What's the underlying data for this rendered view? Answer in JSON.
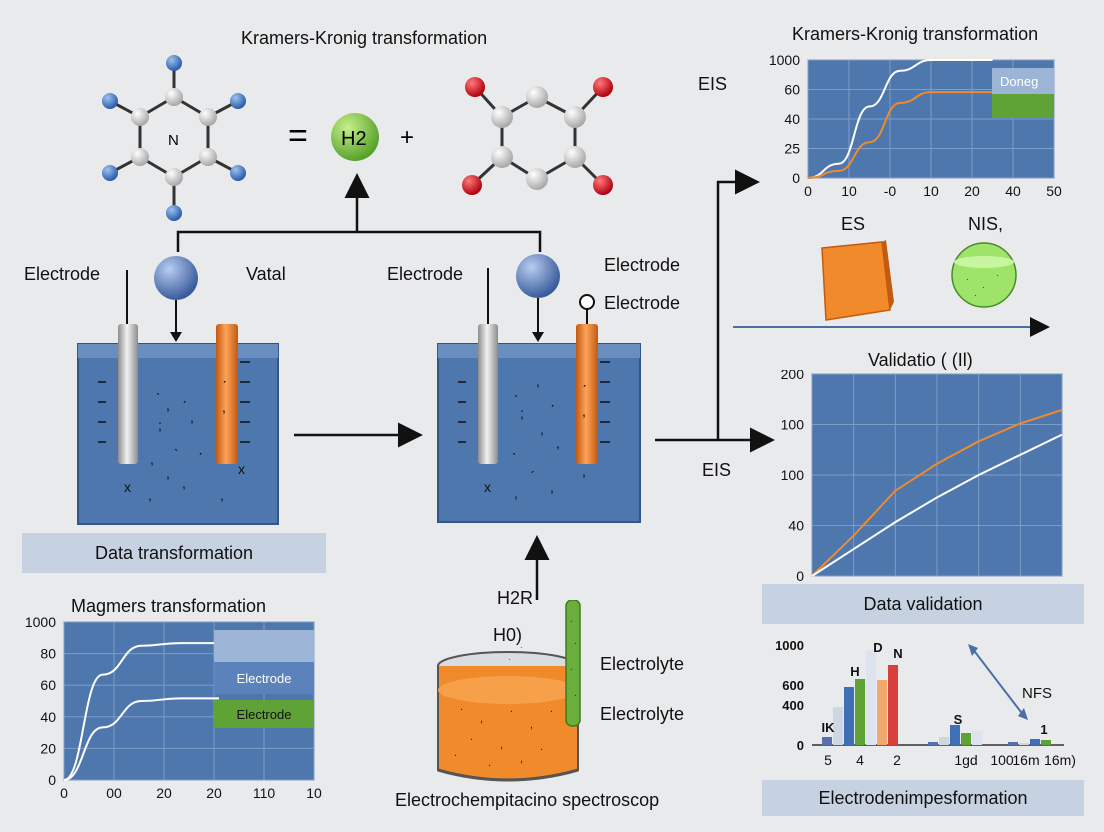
{
  "reaction": {
    "title": "Kramers-Kronig transformation",
    "n_label": "N",
    "equals": "=",
    "h2_label": "H2",
    "plus": "+"
  },
  "cell1": {
    "electrode_label": "Electrode",
    "metal_label": "Vatal"
  },
  "cell2": {
    "electrode_label": "Electrode",
    "right_label_top": "Electrode",
    "right_label_bottom": "Electrode"
  },
  "eis_top": "EIS",
  "eis_mid": "EIS",
  "data_transformation_band": "Data transformation",
  "data_validation_band": "Data validation",
  "bottom_band": "Electrodenimpesformation",
  "bottom_caption": "Electrochempitacino spectroscop",
  "gas_labels": {
    "top": "H2R",
    "bottom": "H0)"
  },
  "electrolyte_labels": [
    "Electrolyte",
    "Electrolyte"
  ],
  "es_label": "ES",
  "nis_label": "NIS,",
  "nfs_label": "NFS",
  "colors": {
    "panel_blue": "#4e77ad",
    "orange": "#f08a2a",
    "green": "#5fa236",
    "band": "#c6d2e2"
  },
  "chart_data": [
    {
      "type": "line",
      "title": "Kramers-Kronig transformation",
      "x_tick_labels": [
        "0",
        "10",
        "-0",
        "10",
        "20",
        "40",
        "50"
      ],
      "y_tick_labels": [
        "1000",
        "60",
        "40",
        "25",
        "0"
      ],
      "legend": [
        "Doneg"
      ],
      "series": [
        {
          "color": "#ffffff",
          "points": [
            [
              0,
              0
            ],
            [
              1,
              4
            ],
            [
              2,
              20
            ],
            [
              3,
              30
            ],
            [
              4,
              33
            ],
            [
              5,
              33
            ],
            [
              6,
              33
            ]
          ]
        },
        {
          "color": "#f08a2a",
          "points": [
            [
              0,
              0
            ],
            [
              1,
              2
            ],
            [
              2,
              10
            ],
            [
              3,
              21
            ],
            [
              4,
              24
            ],
            [
              5,
              24
            ],
            [
              6,
              24
            ]
          ]
        }
      ]
    },
    {
      "type": "line",
      "title": "Validatio ( (Il)",
      "x_tick_labels": [
        "0",
        "10",
        "20",
        "30",
        "40",
        "50",
        "100"
      ],
      "y_tick_labels": [
        "200",
        "100",
        "100",
        "40",
        "0"
      ],
      "series": [
        {
          "color": "#f08a2a",
          "points": [
            [
              0,
              0
            ],
            [
              10,
              18
            ],
            [
              20,
              38
            ],
            [
              30,
              50
            ],
            [
              40,
              60
            ],
            [
              50,
              68
            ],
            [
              60,
              74
            ]
          ]
        },
        {
          "color": "#ffffff",
          "points": [
            [
              0,
              0
            ],
            [
              10,
              12
            ],
            [
              20,
              24
            ],
            [
              30,
              35
            ],
            [
              40,
              45
            ],
            [
              50,
              54
            ],
            [
              60,
              63
            ]
          ]
        }
      ]
    },
    {
      "type": "line",
      "title": "Magmers transformation",
      "x_tick_labels": [
        "0",
        "00",
        "20",
        "20",
        "110",
        "10"
      ],
      "y_tick_labels": [
        "1000",
        "80",
        "60",
        "40",
        "20",
        "0"
      ],
      "legend": [
        "Electrode",
        "Electrode"
      ],
      "series": [
        {
          "color": "#ffffff",
          "points": [
            [
              0,
              0
            ],
            [
              1,
              40
            ],
            [
              2,
              51
            ],
            [
              3,
              52
            ],
            [
              4,
              52
            ]
          ]
        },
        {
          "color": "#ffffff",
          "points": [
            [
              0,
              0
            ],
            [
              1,
              20
            ],
            [
              2,
              30
            ],
            [
              3,
              31
            ],
            [
              4,
              31
            ]
          ]
        }
      ]
    },
    {
      "type": "bar",
      "y_tick_labels": [
        "1000",
        "600",
        "400",
        "0"
      ],
      "x_tick_labels": [
        "5",
        "4",
        "2",
        "1gd",
        "100",
        "16m",
        "16m)"
      ],
      "annotations": [
        "IK",
        "H",
        "D",
        "N",
        "S",
        "1"
      ],
      "groups": [
        {
          "values": [
            80,
            380,
            580,
            660,
            950,
            650,
            800
          ]
        },
        {
          "values": [
            30,
            80,
            200,
            120,
            140
          ]
        },
        {
          "values": [
            30,
            20,
            60,
            50
          ]
        }
      ],
      "series_colors": [
        "#5a6fb0",
        "#cfd6e3",
        "#3f6fb5",
        "#5fa236",
        "#dde3ef",
        "#f0a86c",
        "#d8403c"
      ]
    }
  ]
}
